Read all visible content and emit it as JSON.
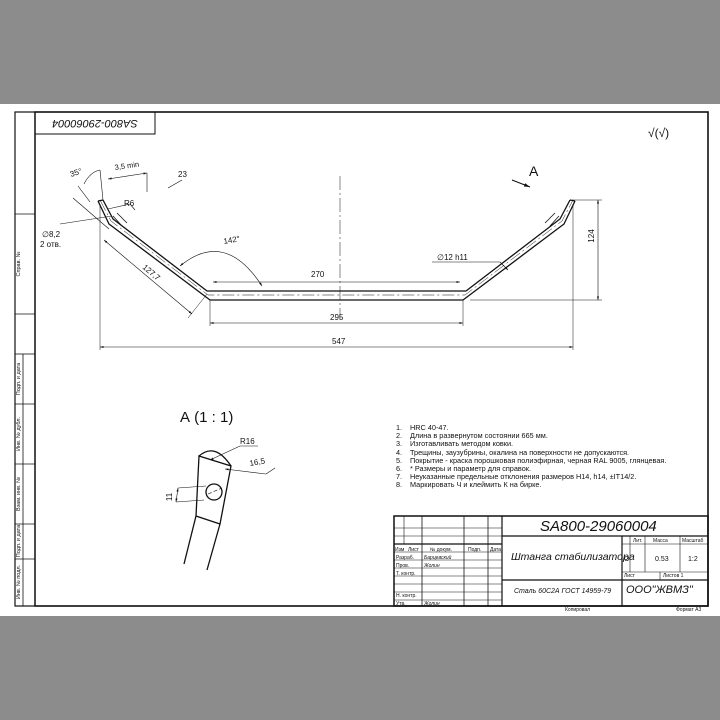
{
  "stamp_number": "SA800-29060004",
  "roughness_symbol": "√(√)",
  "view_marker": "A",
  "dims": {
    "angle35": "35°",
    "min35": "3,5 min",
    "d23": "23",
    "r6": "R6",
    "hole_dia": "∅8,2",
    "holes": "2 отв.",
    "d127": "127,7",
    "angle142": "142°",
    "d270": "270",
    "rod_dia": "∅12 h11",
    "d124": "124",
    "d295": "295",
    "d547": "547"
  },
  "detail": {
    "title": "А  (1 : 1)",
    "r16": "R16",
    "d165": "16,5",
    "d11": "11"
  },
  "notes": [
    {
      "num": "1.",
      "text": "HRC 40-47."
    },
    {
      "num": "2.",
      "text": "Длина в развернутом состоянии 665 мм."
    },
    {
      "num": "3.",
      "text": "Изготавливать методом ковки."
    },
    {
      "num": "4.",
      "text": "Трещины, заузубрины, окалина на поверхности  не допускаются."
    },
    {
      "num": "5.",
      "text": "Покрытие - краска  порошковая  полиэфирная, черная RAL 9005, глянцевая."
    },
    {
      "num": "6.",
      "text": "* Размеры и параметр для справок."
    },
    {
      "num": "7.",
      "text": "Неуказанные предельные отклонения размеров Н14, h14,  ±IT14/2."
    },
    {
      "num": "8.",
      "text": "Маркировать Ч и клеймить К на бирке."
    }
  ],
  "side_labels": [
    "Инв. № подл.",
    "Подп. и дата",
    "Взам. инв. №",
    "Инв. № дубл.",
    "Подп. и дата",
    "Справ. №"
  ],
  "title_block": {
    "designation": "SA800-29060004",
    "name": "Штанга стабилизатора",
    "material": "Сталь 60С2А ГОСТ 14959-79",
    "company": "ООО\"ЖВМЗ\"",
    "col_izm": "Изм",
    "col_list": "Лист",
    "col_doc": "№ докум.",
    "col_sign": "Подп.",
    "col_date": "Дата",
    "razrab": "Разраб.",
    "razrab_name": "Барцевский",
    "prov": "Пров.",
    "prov_name": "Жолин",
    "tkontr": "Т. контр.",
    "nkontr": "Н. контр.",
    "utv": "Утв.",
    "utv_name": "Жолин",
    "lit_label": "Лит.",
    "massa_label": "Масса",
    "masshtab_label": "Масштаб",
    "lit": "О",
    "massa": "0.53",
    "masshtab": "1:2",
    "list_label": "Лист",
    "listov_label": "Листов 1",
    "kopiroval": "Копировал",
    "format": "Формат А3"
  }
}
